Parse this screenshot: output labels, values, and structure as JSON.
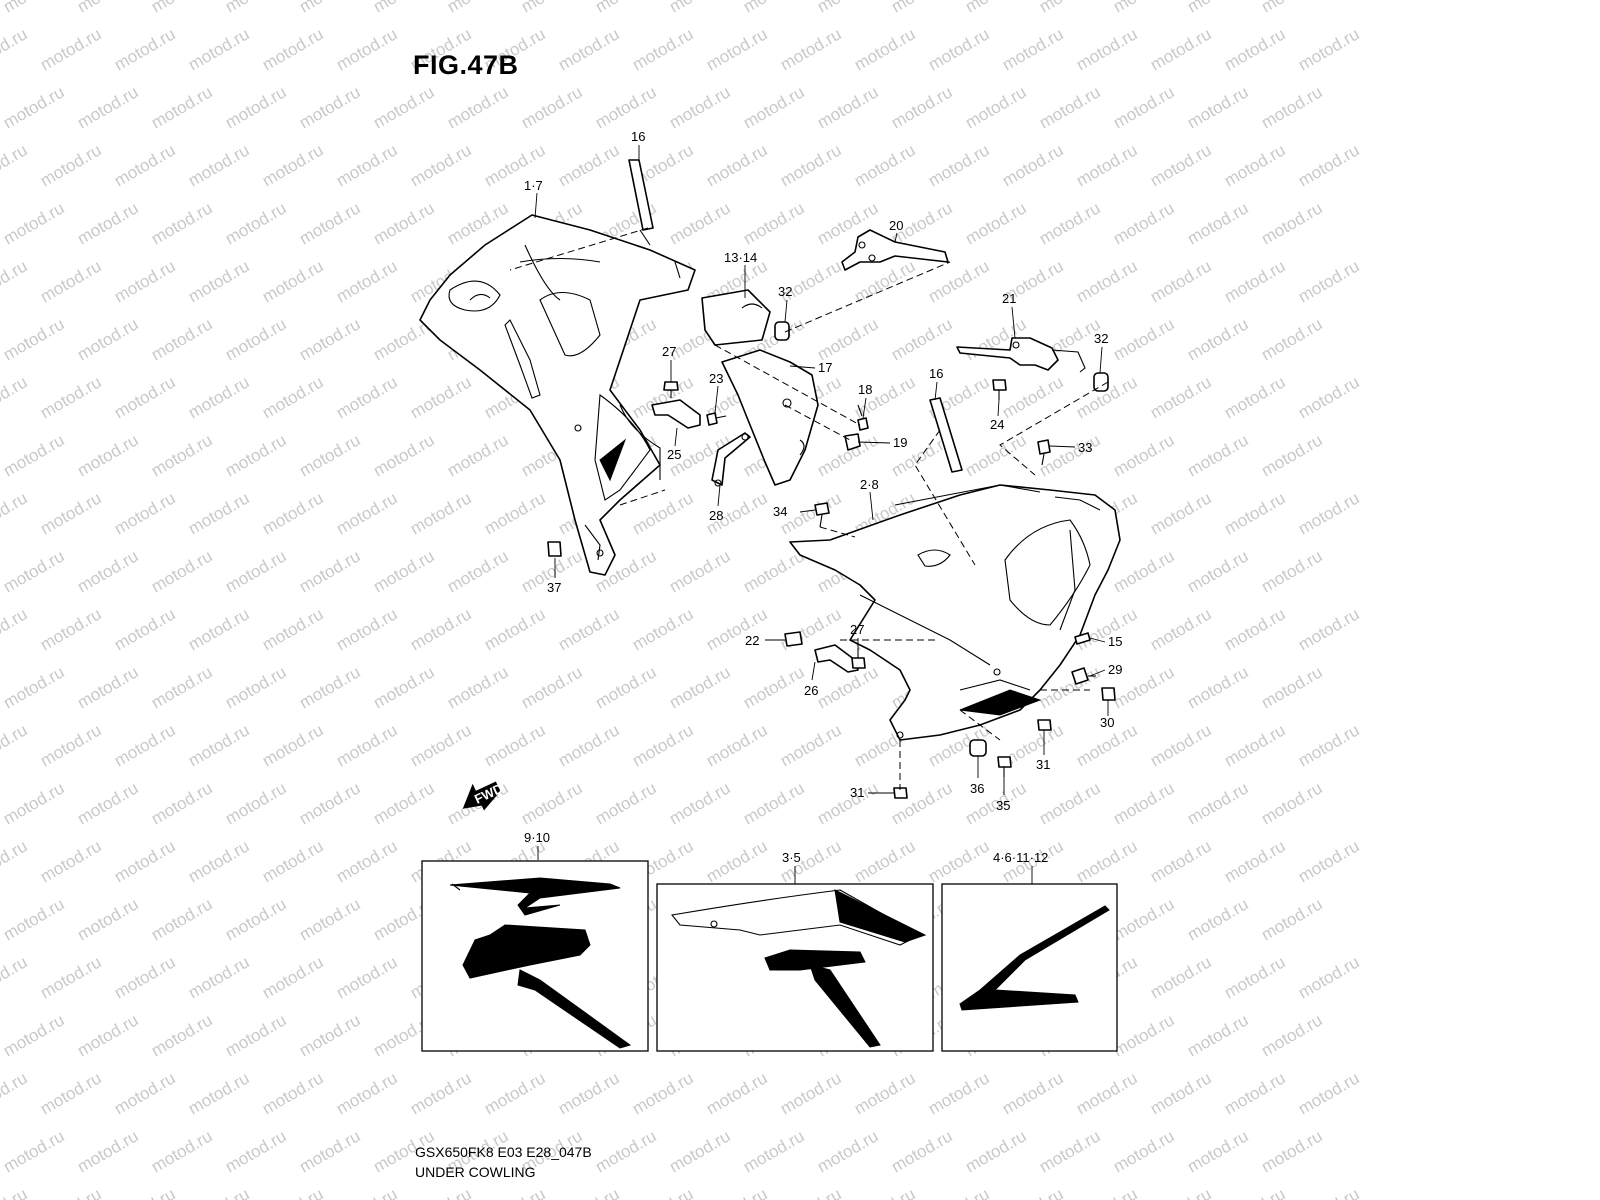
{
  "figure": {
    "title": "FIG.47B",
    "code": "GSX650FK8 E03 E28_047B",
    "name": "UNDER COWLING"
  },
  "watermark": {
    "text": "motod.ru"
  },
  "fwd_label": "FWD",
  "callouts": [
    {
      "id": "c16a",
      "text": "16"
    },
    {
      "id": "c1-7",
      "text": "1·7"
    },
    {
      "id": "c20",
      "text": "20"
    },
    {
      "id": "c13-14",
      "text": "13·14"
    },
    {
      "id": "c32a",
      "text": "32"
    },
    {
      "id": "c21",
      "text": "21"
    },
    {
      "id": "c32b",
      "text": "32"
    },
    {
      "id": "c17",
      "text": "17"
    },
    {
      "id": "c27a",
      "text": "27"
    },
    {
      "id": "c23",
      "text": "23"
    },
    {
      "id": "c18",
      "text": "18"
    },
    {
      "id": "c16b",
      "text": "16"
    },
    {
      "id": "c24",
      "text": "24"
    },
    {
      "id": "c19",
      "text": "19"
    },
    {
      "id": "c25",
      "text": "25"
    },
    {
      "id": "c33",
      "text": "33"
    },
    {
      "id": "c2-8",
      "text": "2·8"
    },
    {
      "id": "c34",
      "text": "34"
    },
    {
      "id": "c28",
      "text": "28"
    },
    {
      "id": "c37",
      "text": "37"
    },
    {
      "id": "c27b",
      "text": "27"
    },
    {
      "id": "c22",
      "text": "22"
    },
    {
      "id": "c15",
      "text": "15"
    },
    {
      "id": "c29",
      "text": "29"
    },
    {
      "id": "c26",
      "text": "26"
    },
    {
      "id": "c30",
      "text": "30"
    },
    {
      "id": "c31a",
      "text": "31"
    },
    {
      "id": "c31b",
      "text": "31"
    },
    {
      "id": "c36",
      "text": "36"
    },
    {
      "id": "c35",
      "text": "35"
    },
    {
      "id": "c9-10",
      "text": "9·10"
    },
    {
      "id": "c3-5",
      "text": "3·5"
    },
    {
      "id": "c4-6-11-12",
      "text": "4·6·11·12"
    }
  ]
}
